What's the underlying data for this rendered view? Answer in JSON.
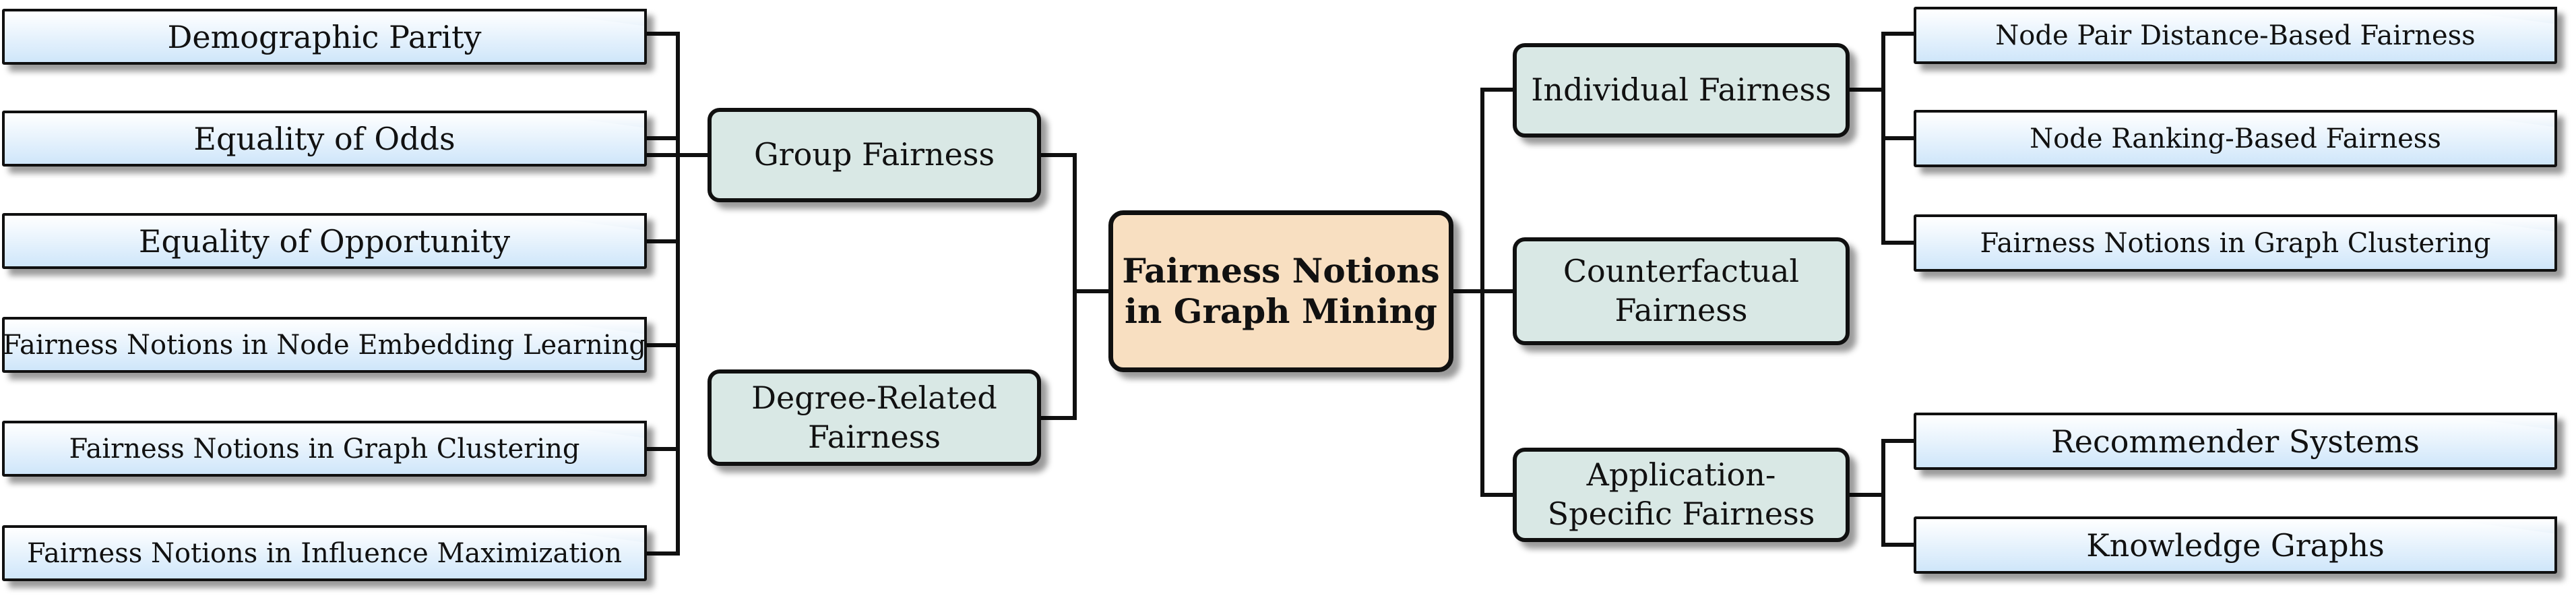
{
  "root": {
    "line1": "Fairness Notions",
    "line2": "in Graph Mining"
  },
  "left": {
    "group_fairness": {
      "label": "Group Fairness",
      "children": [
        "Demographic Parity",
        "Equality of Odds",
        "Equality of Opportunity",
        "Fairness Notions in Node Embedding Learning",
        "Fairness Notions in Graph Clustering",
        "Fairness Notions in Influence Maximization"
      ]
    },
    "degree_related": {
      "line1": "Degree-Related",
      "line2": "Fairness"
    }
  },
  "right": {
    "individual_fairness": {
      "label": "Individual Fairness",
      "children": [
        "Node Pair Distance-Based Fairness",
        "Node Ranking-Based Fairness",
        "Fairness Notions in Graph Clustering"
      ]
    },
    "counterfactual": {
      "line1": "Counterfactual",
      "line2": "Fairness"
    },
    "application_specific": {
      "line1": "Application-",
      "line2": "Specific Fairness",
      "children": [
        "Recommender Systems",
        "Knowledge Graphs"
      ]
    }
  },
  "colors": {
    "root_fill": "#f8dfc1",
    "category_fill": "#d9e8e5",
    "leaf_fill_bottom": "#cfe6fa",
    "stroke": "#101010"
  }
}
